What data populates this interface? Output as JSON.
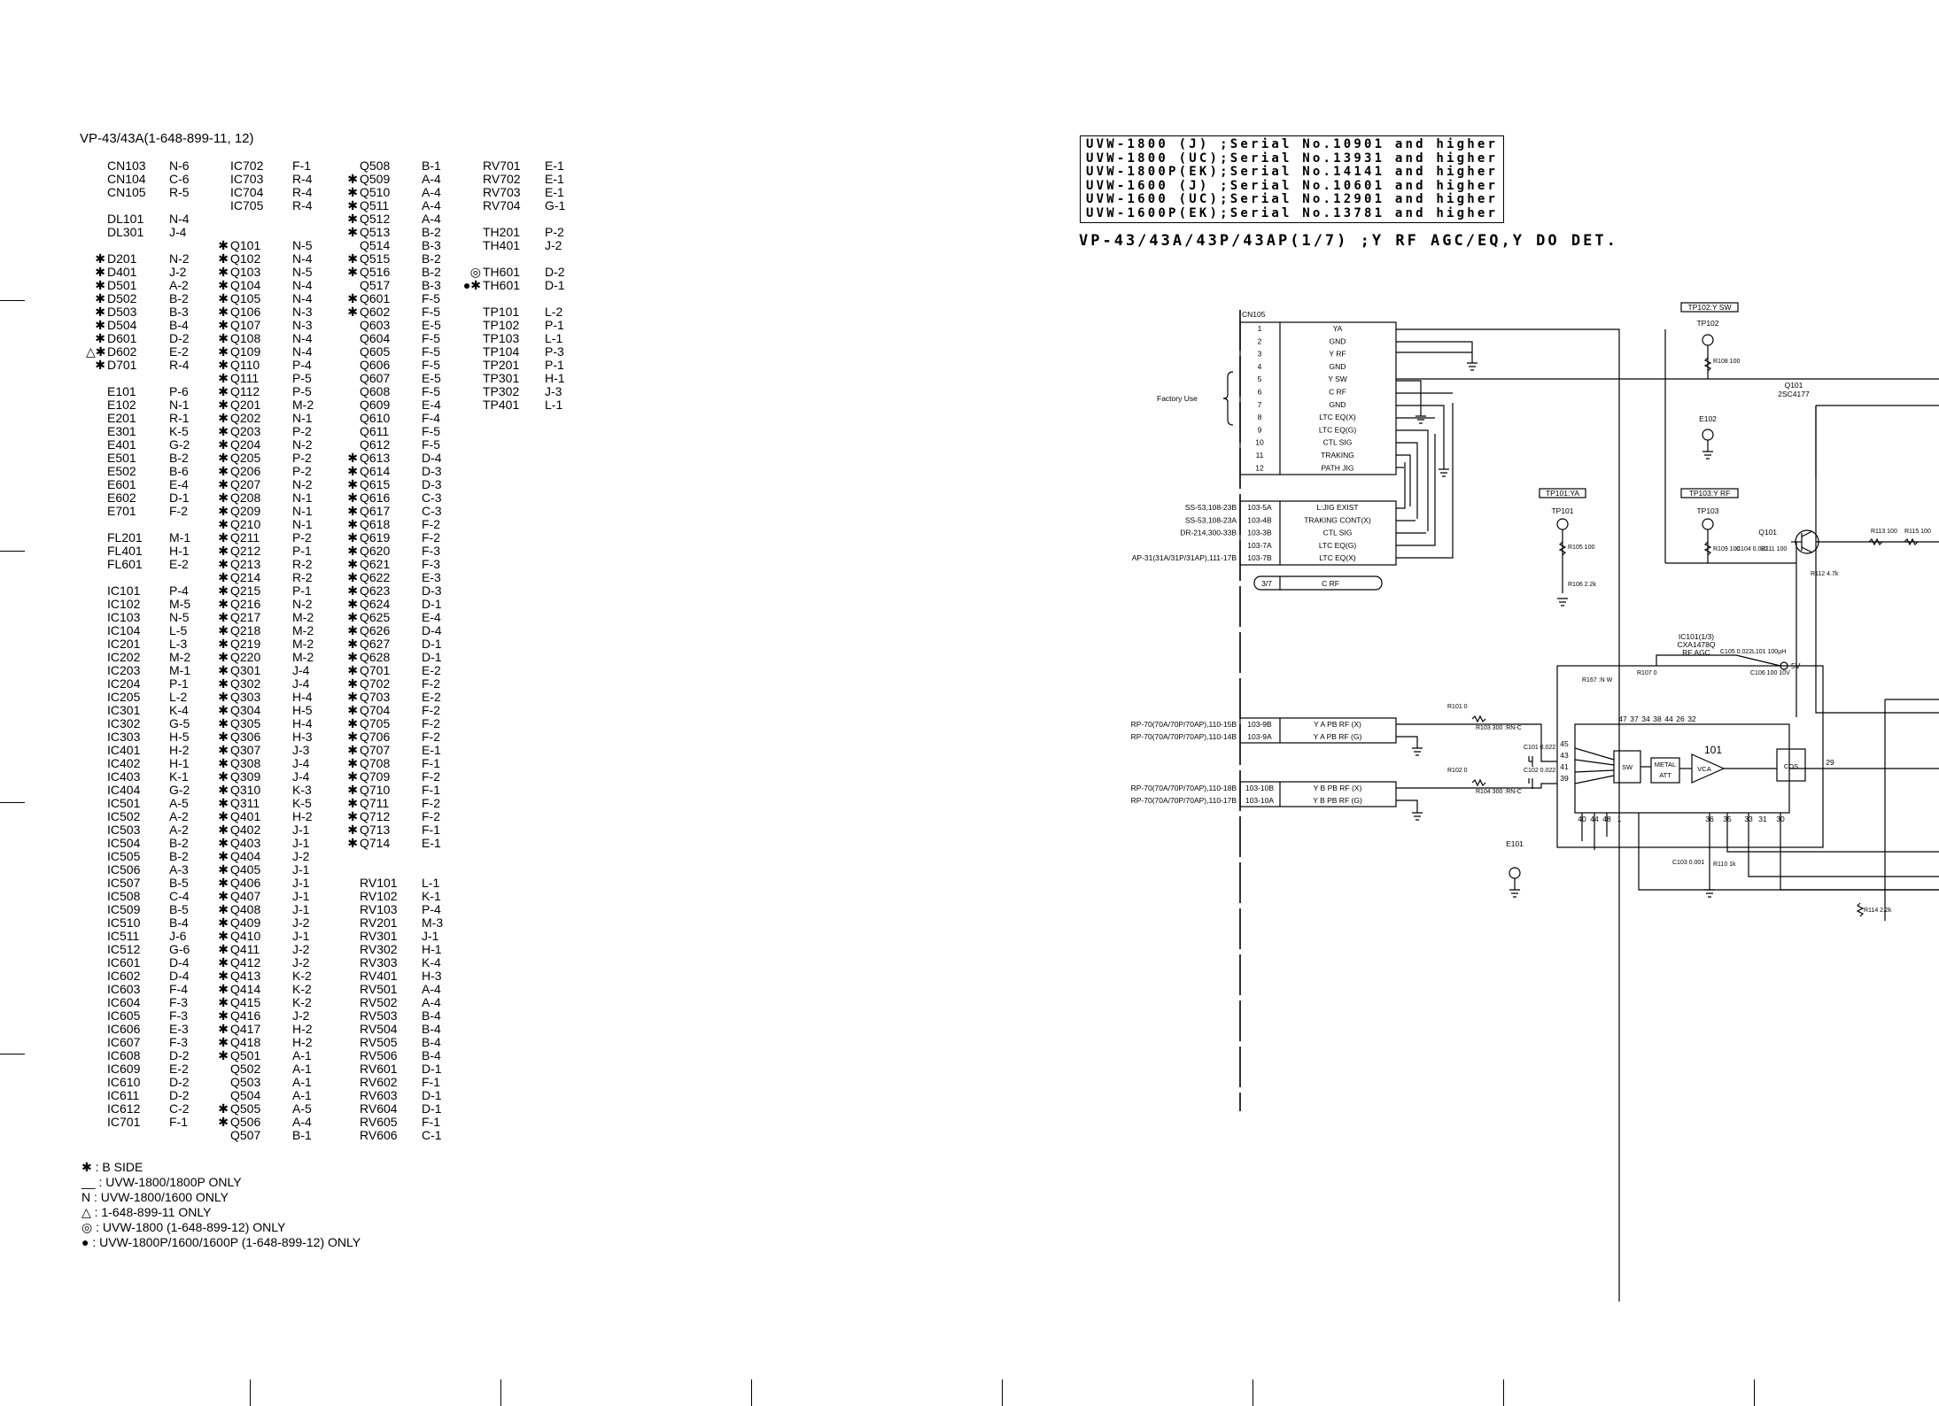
{
  "list_title": "VP-43/43A(1-648-899-11, 12)",
  "columns": [
    [
      [
        "",
        "CN103",
        "N-6"
      ],
      [
        "",
        "CN104",
        "C-6"
      ],
      [
        "",
        "CN105",
        "R-5"
      ],
      [
        "",
        "",
        ""
      ],
      [
        "",
        "DL101",
        "N-4"
      ],
      [
        "",
        "DL301",
        "J-4"
      ],
      [
        "",
        "",
        ""
      ],
      [
        "✱",
        "D201",
        "N-2"
      ],
      [
        "✱",
        "D401",
        "J-2"
      ],
      [
        "✱",
        "D501",
        "A-2"
      ],
      [
        "✱",
        "D502",
        "B-2"
      ],
      [
        "✱",
        "D503",
        "B-3"
      ],
      [
        "✱",
        "D504",
        "B-4"
      ],
      [
        "✱",
        "D601",
        "D-2"
      ],
      [
        "△✱",
        "D602",
        "E-2"
      ],
      [
        "✱",
        "D701",
        "R-4"
      ],
      [
        "",
        "",
        ""
      ],
      [
        "",
        "E101",
        "P-6"
      ],
      [
        "",
        "E102",
        "N-1"
      ],
      [
        "",
        "E201",
        "R-1"
      ],
      [
        "",
        "E301",
        "K-5"
      ],
      [
        "",
        "E401",
        "G-2"
      ],
      [
        "",
        "E501",
        "B-2"
      ],
      [
        "",
        "E502",
        "B-6"
      ],
      [
        "",
        "E601",
        "E-4"
      ],
      [
        "",
        "E602",
        "D-1"
      ],
      [
        "",
        "E701",
        "F-2"
      ],
      [
        "",
        "",
        ""
      ],
      [
        "",
        "FL201",
        "M-1"
      ],
      [
        "",
        "FL401",
        "H-1"
      ],
      [
        "",
        "FL601",
        "E-2"
      ],
      [
        "",
        "",
        ""
      ],
      [
        "",
        "IC101",
        "P-4"
      ],
      [
        "",
        "IC102",
        "M-5"
      ],
      [
        "",
        "IC103",
        "N-5"
      ],
      [
        "",
        "IC104",
        "L-5"
      ],
      [
        "",
        "IC201",
        "L-3"
      ],
      [
        "",
        "IC202",
        "M-2"
      ],
      [
        "",
        "IC203",
        "M-1"
      ],
      [
        "",
        "IC204",
        "P-1"
      ],
      [
        "",
        "IC205",
        "L-2"
      ],
      [
        "",
        "IC301",
        "K-4"
      ],
      [
        "",
        "IC302",
        "G-5"
      ],
      [
        "",
        "IC303",
        "H-5"
      ],
      [
        "",
        "IC401",
        "H-2"
      ],
      [
        "",
        "IC402",
        "H-1"
      ],
      [
        "",
        "IC403",
        "K-1"
      ],
      [
        "",
        "IC404",
        "G-2"
      ],
      [
        "",
        "IC501",
        "A-5"
      ],
      [
        "",
        "IC502",
        "A-2"
      ],
      [
        "",
        "IC503",
        "A-2"
      ],
      [
        "",
        "IC504",
        "B-2"
      ],
      [
        "",
        "IC505",
        "B-2"
      ],
      [
        "",
        "IC506",
        "A-3"
      ],
      [
        "",
        "IC507",
        "B-5"
      ],
      [
        "",
        "IC508",
        "C-4"
      ],
      [
        "",
        "IC509",
        "B-5"
      ],
      [
        "",
        "IC510",
        "B-4"
      ],
      [
        "",
        "IC511",
        "J-6"
      ],
      [
        "",
        "IC512",
        "G-6"
      ],
      [
        "",
        "IC601",
        "D-4"
      ],
      [
        "",
        "IC602",
        "D-4"
      ],
      [
        "",
        "IC603",
        "F-4"
      ],
      [
        "",
        "IC604",
        "F-3"
      ],
      [
        "",
        "IC605",
        "F-3"
      ],
      [
        "",
        "IC606",
        "E-3"
      ],
      [
        "",
        "IC607",
        "F-3"
      ],
      [
        "",
        "IC608",
        "D-2"
      ],
      [
        "",
        "IC609",
        "E-2"
      ],
      [
        "",
        "IC610",
        "D-2"
      ],
      [
        "",
        "IC611",
        "D-2"
      ],
      [
        "",
        "IC612",
        "C-2"
      ],
      [
        "",
        "IC701",
        "F-1"
      ]
    ],
    [
      [
        "",
        "IC702",
        "F-1"
      ],
      [
        "",
        "IC703",
        "R-4"
      ],
      [
        "",
        "IC704",
        "R-4"
      ],
      [
        "",
        "IC705",
        "R-4"
      ],
      [
        "",
        "",
        ""
      ],
      [
        "",
        "",
        ""
      ],
      [
        "✱",
        "Q101",
        "N-5"
      ],
      [
        "✱",
        "Q102",
        "N-4"
      ],
      [
        "✱",
        "Q103",
        "N-5"
      ],
      [
        "✱",
        "Q104",
        "N-4"
      ],
      [
        "✱",
        "Q105",
        "N-4"
      ],
      [
        "✱",
        "Q106",
        "N-3"
      ],
      [
        "✱",
        "Q107",
        "N-3"
      ],
      [
        "✱",
        "Q108",
        "N-4"
      ],
      [
        "✱",
        "Q109",
        "N-4"
      ],
      [
        "✱",
        "Q110",
        "P-4"
      ],
      [
        "✱",
        "Q111",
        "P-5"
      ],
      [
        "✱",
        "Q112",
        "P-5"
      ],
      [
        "✱",
        "Q201",
        "M-2"
      ],
      [
        "✱",
        "Q202",
        "N-1"
      ],
      [
        "✱",
        "Q203",
        "P-2"
      ],
      [
        "✱",
        "Q204",
        "N-2"
      ],
      [
        "✱",
        "Q205",
        "P-2"
      ],
      [
        "✱",
        "Q206",
        "P-2"
      ],
      [
        "✱",
        "Q207",
        "N-2"
      ],
      [
        "✱",
        "Q208",
        "N-1"
      ],
      [
        "✱",
        "Q209",
        "N-1"
      ],
      [
        "✱",
        "Q210",
        "N-1"
      ],
      [
        "✱",
        "Q211",
        "P-2"
      ],
      [
        "✱",
        "Q212",
        "P-1"
      ],
      [
        "✱",
        "Q213",
        "R-2"
      ],
      [
        "✱",
        "Q214",
        "R-2"
      ],
      [
        "✱",
        "Q215",
        "P-1"
      ],
      [
        "✱",
        "Q216",
        "N-2"
      ],
      [
        "✱",
        "Q217",
        "M-2"
      ],
      [
        "✱",
        "Q218",
        "M-2"
      ],
      [
        "✱",
        "Q219",
        "M-2"
      ],
      [
        "✱",
        "Q220",
        "M-2"
      ],
      [
        "✱",
        "Q301",
        "J-4"
      ],
      [
        "✱",
        "Q302",
        "J-4"
      ],
      [
        "✱",
        "Q303",
        "H-4"
      ],
      [
        "✱",
        "Q304",
        "H-5"
      ],
      [
        "✱",
        "Q305",
        "H-4"
      ],
      [
        "✱",
        "Q306",
        "H-3"
      ],
      [
        "✱",
        "Q307",
        "J-3"
      ],
      [
        "✱",
        "Q308",
        "J-4"
      ],
      [
        "✱",
        "Q309",
        "J-4"
      ],
      [
        "✱",
        "Q310",
        "K-3"
      ],
      [
        "✱",
        "Q311",
        "K-5"
      ],
      [
        "✱",
        "Q401",
        "H-2"
      ],
      [
        "✱",
        "Q402",
        "J-1"
      ],
      [
        "✱",
        "Q403",
        "J-1"
      ],
      [
        "✱",
        "Q404",
        "J-2"
      ],
      [
        "✱",
        "Q405",
        "J-1"
      ],
      [
        "✱",
        "Q406",
        "J-1"
      ],
      [
        "✱",
        "Q407",
        "J-1"
      ],
      [
        "✱",
        "Q408",
        "J-1"
      ],
      [
        "✱",
        "Q409",
        "J-2"
      ],
      [
        "✱",
        "Q410",
        "J-1"
      ],
      [
        "✱",
        "Q411",
        "J-2"
      ],
      [
        "✱",
        "Q412",
        "J-2"
      ],
      [
        "✱",
        "Q413",
        "K-2"
      ],
      [
        "✱",
        "Q414",
        "K-2"
      ],
      [
        "✱",
        "Q415",
        "K-2"
      ],
      [
        "✱",
        "Q416",
        "J-2"
      ],
      [
        "✱",
        "Q417",
        "H-2"
      ],
      [
        "✱",
        "Q418",
        "H-2"
      ],
      [
        "✱",
        "Q501",
        "A-1"
      ],
      [
        "",
        "Q502",
        "A-1"
      ],
      [
        "",
        "Q503",
        "A-1"
      ],
      [
        "",
        "Q504",
        "A-1"
      ],
      [
        "✱",
        "Q505",
        "A-5"
      ],
      [
        "✱",
        "Q506",
        "A-4"
      ],
      [
        "",
        "Q507",
        "B-1"
      ]
    ],
    [
      [
        "",
        "Q508",
        "B-1"
      ],
      [
        "✱",
        "Q509",
        "A-4"
      ],
      [
        "✱",
        "Q510",
        "A-4"
      ],
      [
        "✱",
        "Q511",
        "A-4"
      ],
      [
        "✱",
        "Q512",
        "A-4"
      ],
      [
        "✱",
        "Q513",
        "B-2"
      ],
      [
        "",
        "Q514",
        "B-3"
      ],
      [
        "✱",
        "Q515",
        "B-2"
      ],
      [
        "✱",
        "Q516",
        "B-2"
      ],
      [
        "",
        "Q517",
        "B-3"
      ],
      [
        "✱",
        "Q601",
        "F-5"
      ],
      [
        "✱",
        "Q602",
        "F-5"
      ],
      [
        "",
        "Q603",
        "E-5"
      ],
      [
        "",
        "Q604",
        "F-5"
      ],
      [
        "",
        "Q605",
        "F-5"
      ],
      [
        "",
        "Q606",
        "F-5"
      ],
      [
        "",
        "Q607",
        "E-5"
      ],
      [
        "",
        "Q608",
        "F-5"
      ],
      [
        "",
        "Q609",
        "E-4"
      ],
      [
        "",
        "Q610",
        "F-4"
      ],
      [
        "",
        "Q611",
        "F-5"
      ],
      [
        "",
        "Q612",
        "F-5"
      ],
      [
        "✱",
        "Q613",
        "D-4"
      ],
      [
        "✱",
        "Q614",
        "D-3"
      ],
      [
        "✱",
        "Q615",
        "D-3"
      ],
      [
        "✱",
        "Q616",
        "C-3"
      ],
      [
        "✱",
        "Q617",
        "C-3"
      ],
      [
        "✱",
        "Q618",
        "F-2"
      ],
      [
        "✱",
        "Q619",
        "F-2"
      ],
      [
        "✱",
        "Q620",
        "F-3"
      ],
      [
        "✱",
        "Q621",
        "F-3"
      ],
      [
        "✱",
        "Q622",
        "E-3"
      ],
      [
        "✱",
        "Q623",
        "D-3"
      ],
      [
        "✱",
        "Q624",
        "D-1"
      ],
      [
        "✱",
        "Q625",
        "E-4"
      ],
      [
        "✱",
        "Q626",
        "D-4"
      ],
      [
        "✱",
        "Q627",
        "D-1"
      ],
      [
        "✱",
        "Q628",
        "D-1"
      ],
      [
        "✱",
        "Q701",
        "E-2"
      ],
      [
        "✱",
        "Q702",
        "F-2"
      ],
      [
        "✱",
        "Q703",
        "E-2"
      ],
      [
        "✱",
        "Q704",
        "F-2"
      ],
      [
        "✱",
        "Q705",
        "F-2"
      ],
      [
        "✱",
        "Q706",
        "F-2"
      ],
      [
        "✱",
        "Q707",
        "E-1"
      ],
      [
        "✱",
        "Q708",
        "F-1"
      ],
      [
        "✱",
        "Q709",
        "F-2"
      ],
      [
        "✱",
        "Q710",
        "F-1"
      ],
      [
        "✱",
        "Q711",
        "F-2"
      ],
      [
        "✱",
        "Q712",
        "F-2"
      ],
      [
        "✱",
        "Q713",
        "F-1"
      ],
      [
        "✱",
        "Q714",
        "E-1"
      ],
      [
        "",
        "",
        ""
      ],
      [
        "",
        "",
        ""
      ],
      [
        "",
        "RV101",
        "L-1"
      ],
      [
        "",
        "RV102",
        "K-1"
      ],
      [
        "",
        "RV103",
        "P-4"
      ],
      [
        "",
        "RV201",
        "M-3"
      ],
      [
        "",
        "RV301",
        "J-1"
      ],
      [
        "",
        "RV302",
        "H-1"
      ],
      [
        "",
        "RV303",
        "K-4"
      ],
      [
        "",
        "RV401",
        "H-3"
      ],
      [
        "",
        "RV501",
        "A-4"
      ],
      [
        "",
        "RV502",
        "A-4"
      ],
      [
        "",
        "RV503",
        "B-4"
      ],
      [
        "",
        "RV504",
        "B-4"
      ],
      [
        "",
        "RV505",
        "B-4"
      ],
      [
        "",
        "RV506",
        "B-4"
      ],
      [
        "",
        "RV601",
        "D-1"
      ],
      [
        "",
        "RV602",
        "F-1"
      ],
      [
        "",
        "RV603",
        "D-1"
      ],
      [
        "",
        "RV604",
        "D-1"
      ],
      [
        "",
        "RV605",
        "F-1"
      ],
      [
        "",
        "RV606",
        "C-1"
      ]
    ],
    [
      [
        "",
        "RV701",
        "E-1"
      ],
      [
        "",
        "RV702",
        "E-1"
      ],
      [
        "",
        "RV703",
        "E-1"
      ],
      [
        "",
        "RV704",
        "G-1"
      ],
      [
        "",
        "",
        ""
      ],
      [
        "",
        "TH201",
        "P-2"
      ],
      [
        "",
        "TH401",
        "J-2"
      ],
      [
        "",
        "",
        ""
      ],
      [
        "◎",
        "TH601",
        "D-2"
      ],
      [
        "●✱",
        "TH601",
        "D-1"
      ],
      [
        "",
        "",
        ""
      ],
      [
        "",
        "TP101",
        "L-2"
      ],
      [
        "",
        "TP102",
        "P-1"
      ],
      [
        "",
        "TP103",
        "L-1"
      ],
      [
        "",
        "TP104",
        "P-3"
      ],
      [
        "",
        "TP201",
        "P-1"
      ],
      [
        "",
        "TP301",
        "H-1"
      ],
      [
        "",
        "TP302",
        "J-3"
      ],
      [
        "",
        "TP401",
        "L-1"
      ]
    ]
  ],
  "legend": [
    "✱ : B SIDE",
    "__ : UVW-1800/1800P ONLY",
    "N : UVW-1800/1600 ONLY",
    "△ : 1-648-899-11 ONLY",
    "◎ : UVW-1800 (1-648-899-12) ONLY",
    "● : UVW-1800P/1600/1600P (1-648-899-12) ONLY"
  ],
  "serial_box": [
    "UVW-1800 (J) ;Serial No.10901 and higher",
    "UVW-1800 (UC);Serial No.13931 and higher",
    "UVW-1800P(EK);Serial No.14141 and higher",
    "UVW-1600 (J) ;Serial No.10601 and higher",
    "UVW-1600 (UC);Serial No.12901 and higher",
    "UVW-1600P(EK);Serial No.13781 and higher"
  ],
  "schematic_title": "VP-43/43A/43P/43AP(1/7) ;Y RF AGC/EQ,Y DO DET.",
  "schematic": {
    "cn105_label": "CN105",
    "cn105_pins": [
      [
        "1",
        "YA"
      ],
      [
        "2",
        "GND"
      ],
      [
        "3",
        "Y RF"
      ],
      [
        "4",
        "GND"
      ],
      [
        "5",
        "Y SW"
      ],
      [
        "6",
        "C RF"
      ],
      [
        "7",
        "GND"
      ],
      [
        "8",
        "LTC EQ(X)"
      ],
      [
        "9",
        "LTC EQ(G)"
      ],
      [
        "10",
        "CTL SIG"
      ],
      [
        "11",
        "TRAKING"
      ],
      [
        "12",
        "PATH JIG"
      ]
    ],
    "factory_use": "Factory Use",
    "cn103_pins": [
      [
        "103-5A",
        "L:JIG EXIST"
      ],
      [
        "103-4B",
        "TRAKING CONT(X)"
      ],
      [
        "103-3B",
        "CTL SIG"
      ],
      [
        "103-7A",
        "LTC EQ(G)"
      ],
      [
        "103-7B",
        "LTC EQ(X)"
      ]
    ],
    "cn103_sources": [
      "SS-53,108-23B",
      "SS-53,108-23A",
      "DR-214,300-33B",
      "",
      "AP-31(31A/31P/31AP),111-17B"
    ],
    "c_rf_ref": [
      "3/7",
      "C RF"
    ],
    "rp_inputs": [
      [
        "RP-70(70A/70P/70AP),110-15B",
        "103-9B",
        "Y A PB RF (X)"
      ],
      [
        "RP-70(70A/70P/70AP),110-14B",
        "103-9A",
        "Y A PB RF (G)"
      ],
      [
        "RP-70(70A/70P/70AP),110-18B",
        "103-10B",
        "Y B PB RF (X)"
      ],
      [
        "RP-70(70A/70P/70AP),110-17B",
        "103-10A",
        "Y B PB RF (G)"
      ]
    ],
    "testpoints": {
      "tp102_tag": "TP102:Y SW",
      "tp102": "TP102",
      "tp101_tag": "TP101:YA",
      "tp101": "TP101",
      "tp103_tag": "TP103:Y RF",
      "tp103": "TP103",
      "e102": "E102",
      "e101": "E101"
    },
    "q101": [
      "Q101",
      "2SC4177"
    ],
    "ic101": [
      "IC101(1/3)",
      "CXA1478Q",
      "RF AGC"
    ],
    "ic101_num": "101",
    "ic_blocks": [
      "SW",
      "METAL",
      "ATT",
      "VCA",
      "COS"
    ],
    "ic_pins_top": [
      "47",
      "37",
      "34",
      "38",
      "44",
      "26",
      "32"
    ],
    "ic_pins_left": [
      "45",
      "43",
      "41",
      "39"
    ],
    "ic_pins_bottom": [
      "40",
      "44",
      "48",
      "1",
      "36",
      "35",
      "33",
      "31",
      "30"
    ],
    "ic_pin_right": "29",
    "v5": "5V",
    "parts": [
      "R108 100",
      "R105 100",
      "R106 2.2k",
      "R109 100",
      "C104 0.022",
      "R111 100",
      "R112 4.7k",
      "R113 100",
      "R115 100",
      "R107 0",
      "C105 0.022",
      "L101 100μH",
      "C106 100 10V",
      "R101 0",
      "R102 0",
      "R103 300 :RN-C",
      "R104 300 :RN-C",
      "C101 0.022",
      "C102 0.022",
      "R110 1k",
      "C103 0.001",
      "R114 2.2k",
      "R167 :N W"
    ]
  }
}
